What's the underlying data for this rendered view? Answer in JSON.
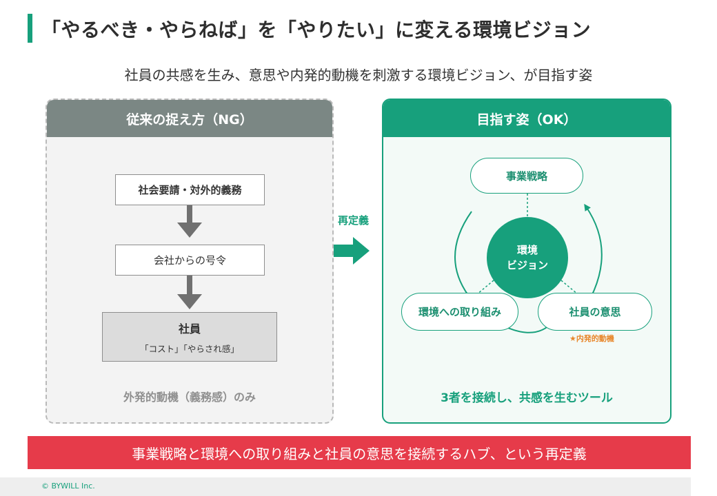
{
  "title": "「やるべき・やらねば」を「やりたい」に変える環境ビジョン",
  "subtitle": "社員の共感を生み、意思や内発的動機を刺激する環境ビジョン、が目指す姿",
  "ng_panel": {
    "header": "従来の捉え方（NG）",
    "box1": "社会要請・対外的義務",
    "box2": "会社からの号令",
    "box3_main": "社員",
    "box3_sub": "「コスト」「やらされ感」",
    "footer": "外発的動機（義務感）のみ"
  },
  "redefinition_label": "再定義",
  "ok_panel": {
    "header": "目指す姿（OK）",
    "business_strategy": "事業戦略",
    "center_line1": "環境",
    "center_line2": "ビジョン",
    "environmental_efforts": "環境への取り組み",
    "employee_will": "社員の意思",
    "intrinsic_motivation": "★内発的動機",
    "footer": "3者を接続し、共感を生むツール"
  },
  "banner": "事業戦略と環境への取り組みと社員の意思を接続するハブ、という再定義",
  "copyright": "© BYWILL Inc.",
  "colors": {
    "accent_green": "#17a07c",
    "ng_header_gray": "#7b8784",
    "banner_red": "#e63b4a",
    "motive_orange": "#e8862a"
  }
}
